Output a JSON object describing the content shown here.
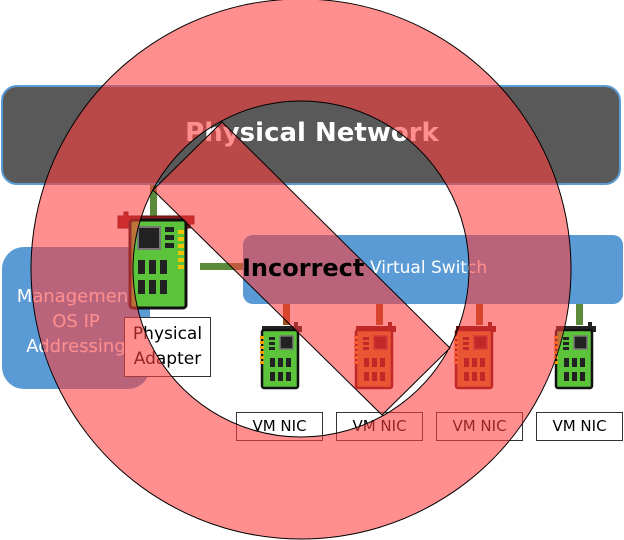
{
  "diagram": {
    "physical_network": {
      "label": "Physical Network"
    },
    "management": {
      "lines": [
        "Management",
        "OS IP",
        "Addressing"
      ]
    },
    "virtual_switch": {
      "label": "Virtual Switch"
    },
    "physical_adapter": {
      "lines": [
        "Physical",
        "Adapter"
      ]
    },
    "vm_nics": [
      {
        "label": "VM NIC",
        "card_color": "green"
      },
      {
        "label": "VM NIC",
        "card_color": "orange"
      },
      {
        "label": "VM NIC",
        "card_color": "orange"
      },
      {
        "label": "VM NIC",
        "card_color": "green"
      }
    ],
    "overlay": {
      "label": "Incorrect",
      "symbol": "prohibition-sign"
    },
    "colors": {
      "physical_network": "#595959",
      "blue": "#5b9bd5",
      "prohibition": "#ff6666",
      "green_card": "#5cc43a",
      "orange_card": "#c87a2a",
      "green_link": "#5a8a3a",
      "orange_link": "#a0521e"
    }
  }
}
